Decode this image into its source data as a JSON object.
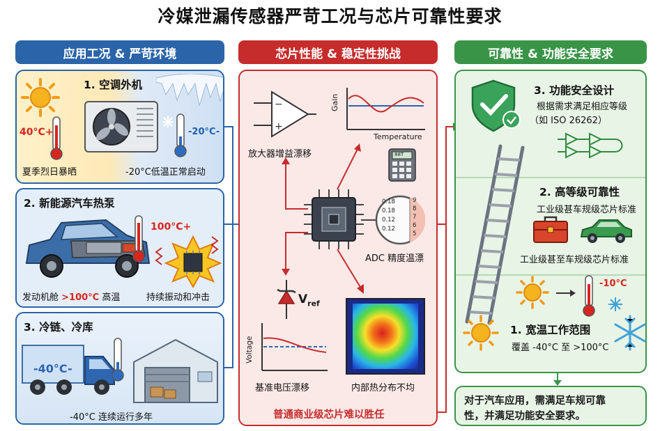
{
  "title": "冷媒泄漏传感器严苛工况与芯片可靠性要求",
  "colors": {
    "blue": "#2b64a8",
    "red": "#c62c2c",
    "green": "#3a9448",
    "light_blue": "#e4eef8",
    "light_red": "#fbe5e3",
    "light_green": "#e6f3e4"
  },
  "left": {
    "header": "应用工况 & 严苛环境",
    "card1": {
      "heading": "1. 空调外机",
      "hot_temp": "40°C+",
      "cold_temp": "-20°C-",
      "caption_left": "夏季烈日暴晒",
      "caption_right": "-20°C低温正常启动"
    },
    "card2": {
      "heading": "2. 新能源汽车热泵",
      "temp": "100°C+",
      "caption_left_a": "发动机舱 ",
      "caption_left_b": ">100°C",
      "caption_left_c": " 高温",
      "caption_right": "持续振动和冲击"
    },
    "card3": {
      "heading": "3. 冷链、冷库",
      "truck_temp": "-40°C-",
      "caption": "-40°C 连续运行多年"
    }
  },
  "middle": {
    "header": "芯片性能 & 稳定性挑战",
    "amp_label": "放大器增益漂移",
    "gain_axis": "Gain",
    "temp_axis": "Temperature",
    "calc_display": "88T",
    "adc_ticks": [
      "0.18",
      "0.18",
      "0.12",
      "0.12"
    ],
    "adc_scale": [
      "9",
      "8",
      "7",
      "6",
      "5"
    ],
    "adc_label": "ADC 精度温漂",
    "vref_label": "V",
    "vref_sub": "ref",
    "voltage_axis": "Voltage",
    "ref_drift_label": "基准电压漂移",
    "thermal_label": "内部热分布不均",
    "bottom_label": "普通商业级芯片难以胜任"
  },
  "right": {
    "header": "可靠性 & 功能安全要求",
    "func_title": "3. 功能安全设计",
    "func_desc1": "根据需求满足相应等级",
    "func_desc2": "（如 ISO 26262）",
    "rel_title": "2. 高等级可靠性",
    "rel_desc1": "工业级甚车规级芯片标准",
    "rel_desc2": "工业级甚至车规级芯片标准",
    "cold_temp": "-10°C",
    "temp_title": "1. 宽温工作范围",
    "temp_desc": "覆盖 -40°C 至 >100°C",
    "conclusion1": "对于汽车应用，需满足车规可靠",
    "conclusion2": "性，并满足功能安全要求。"
  }
}
